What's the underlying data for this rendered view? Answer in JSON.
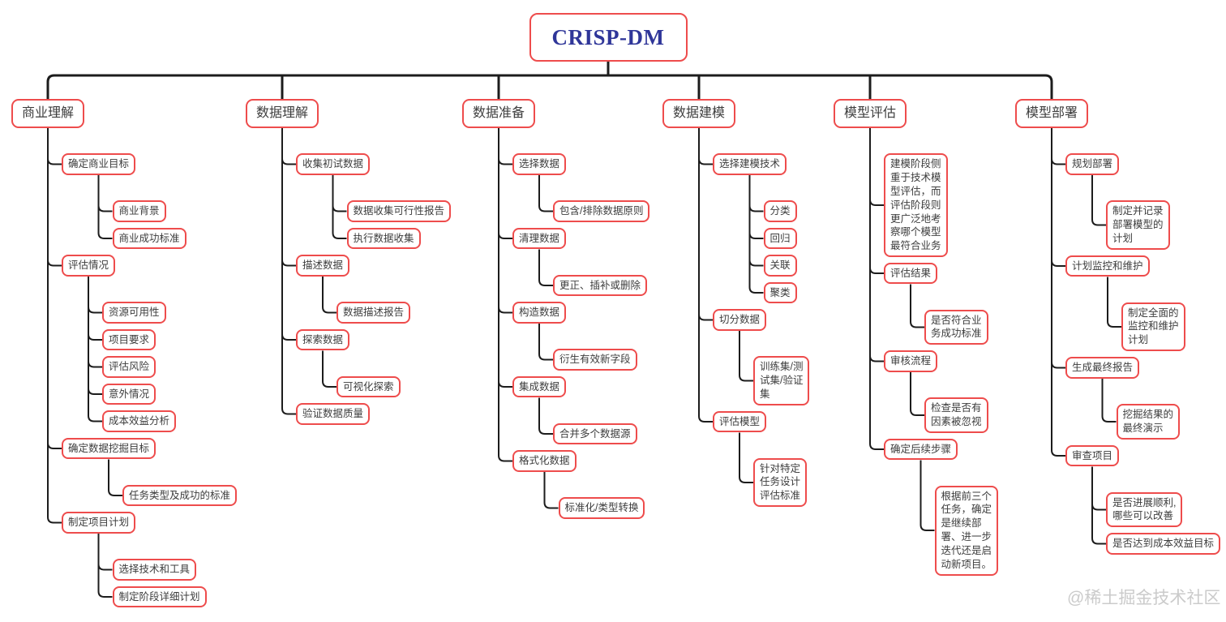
{
  "watermark": "@稀土掘金技术社区",
  "colors": {
    "node_border": "#ee4c4c",
    "root_text": "#2f3699",
    "node_text": "#3d3d3d",
    "line": "#1c1c1c",
    "watermark": "#cbcbcb",
    "background": "#ffffff"
  },
  "root": {
    "label": "CRISP-DM"
  },
  "branches": [
    {
      "label": "商业理解",
      "children": [
        {
          "label": "确定商业目标",
          "children": [
            {
              "label": "商业背景"
            },
            {
              "label": "商业成功标准"
            }
          ]
        },
        {
          "label": "评估情况",
          "children": [
            {
              "label": "资源可用性"
            },
            {
              "label": "项目要求"
            },
            {
              "label": "评估风险"
            },
            {
              "label": "意外情况"
            },
            {
              "label": "成本效益分析"
            }
          ]
        },
        {
          "label": "确定数据挖掘目标",
          "children": [
            {
              "label": "任务类型及成功的标准"
            }
          ]
        },
        {
          "label": "制定项目计划",
          "children": [
            {
              "label": "选择技术和工具"
            },
            {
              "label": "制定阶段详细计划"
            }
          ]
        }
      ]
    },
    {
      "label": "数据理解",
      "children": [
        {
          "label": "收集初试数据",
          "children": [
            {
              "label": "数据收集可行性报告"
            },
            {
              "label": "执行数据收集"
            }
          ]
        },
        {
          "label": "描述数据",
          "children": [
            {
              "label": "数据描述报告"
            }
          ]
        },
        {
          "label": "探索数据",
          "children": [
            {
              "label": "可视化探索"
            }
          ]
        },
        {
          "label": "验证数据质量"
        }
      ]
    },
    {
      "label": "数据准备",
      "children": [
        {
          "label": "选择数据",
          "children": [
            {
              "label": "包含/排除数据原则"
            }
          ]
        },
        {
          "label": "清理数据",
          "children": [
            {
              "label": "更正、插补或删除"
            }
          ]
        },
        {
          "label": "构造数据",
          "children": [
            {
              "label": "衍生有效新字段"
            }
          ]
        },
        {
          "label": "集成数据",
          "children": [
            {
              "label": "合并多个数据源"
            }
          ]
        },
        {
          "label": "格式化数据",
          "children": [
            {
              "label": "标准化/类型转换"
            }
          ]
        }
      ]
    },
    {
      "label": "数据建模",
      "children": [
        {
          "label": "选择建模技术",
          "children": [
            {
              "label": "分类"
            },
            {
              "label": "回归"
            },
            {
              "label": "关联"
            },
            {
              "label": "聚类"
            }
          ]
        },
        {
          "label": "切分数据",
          "children": [
            {
              "label": "训练集/测\n试集/验证\n集"
            }
          ]
        },
        {
          "label": "评估模型",
          "children": [
            {
              "label": "针对特定\n任务设计\n评估标准"
            }
          ]
        }
      ]
    },
    {
      "label": "模型评估",
      "children": [
        {
          "label": "建模阶段侧\n重于技术模\n型评估，而\n评估阶段则\n更广泛地考\n察哪个模型\n最符合业务"
        },
        {
          "label": "评估结果",
          "children": [
            {
              "label": "是否符合业\n务成功标准"
            }
          ]
        },
        {
          "label": "审核流程",
          "children": [
            {
              "label": "检查是否有\n因素被忽视"
            }
          ]
        },
        {
          "label": "确定后续步骤",
          "children": [
            {
              "label": "根据前三个\n任务，确定\n是继续部\n署、进一步\n迭代还是启\n动新项目。"
            }
          ]
        }
      ]
    },
    {
      "label": "模型部署",
      "children": [
        {
          "label": "规划部署",
          "children": [
            {
              "label": "制定并记录\n部署模型的\n计划"
            }
          ]
        },
        {
          "label": "计划监控和维护",
          "children": [
            {
              "label": "制定全面的\n监控和维护\n计划"
            }
          ]
        },
        {
          "label": "生成最终报告",
          "children": [
            {
              "label": "挖掘结果的\n最终演示"
            }
          ]
        },
        {
          "label": "审查项目",
          "children": [
            {
              "label": "是否进展顺利,\n哪些可以改善"
            },
            {
              "label": "是否达到成本效益目标"
            }
          ]
        }
      ]
    }
  ]
}
